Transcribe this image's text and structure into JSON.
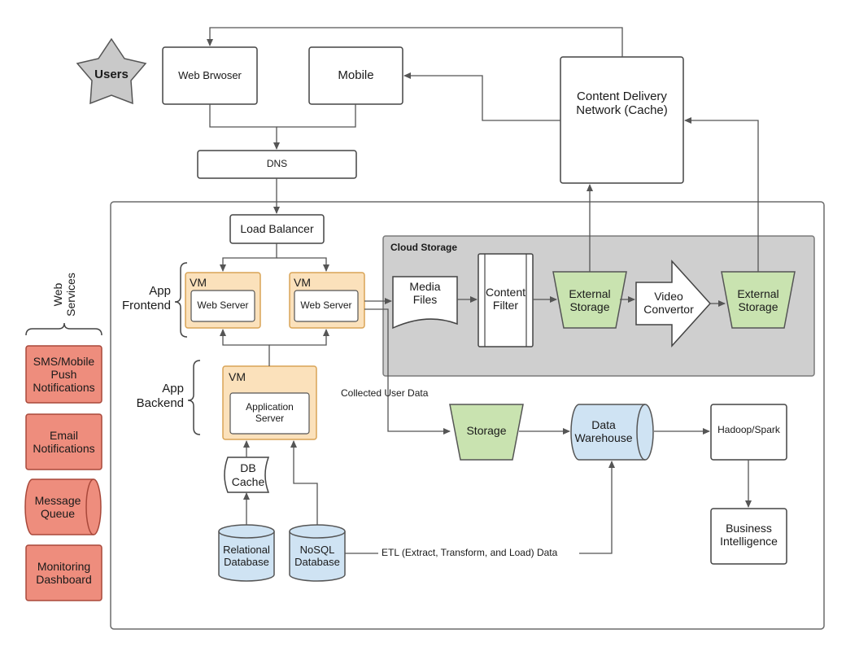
{
  "users": "Users",
  "web_browser": "Web Brwoser",
  "mobile": "Mobile",
  "cdn": "Content Delivery\nNetwork (Cache)",
  "dns": "DNS",
  "load_balancer": "Load Balancer",
  "app_frontend": "App\nFrontend",
  "app_backend": "App\nBackend",
  "vm_label": "VM",
  "web_server": "Web Server",
  "application_server": "Application\nServer",
  "db_cache": "DB\nCache",
  "relational_db": "Relational\nDatabase",
  "nosql_db": "NoSQL\nDatabase",
  "etl_label": "ETL (Extract, Transform, and Load) Data",
  "collected_user_data": "Collected User Data",
  "cloud_storage": {
    "title": "Cloud Storage",
    "media_files": "Media\nFiles",
    "content_filter": "Content\nFilter",
    "external_storage": "External\nStorage",
    "video_convertor": "Video\nConvertor"
  },
  "storage": "Storage",
  "data_warehouse": "Data\nWarehouse",
  "hadoop_spark": "Hadoop/Spark",
  "business_intelligence": "Business\nIntelligence",
  "web_services": {
    "title": "Web\nServices",
    "items": [
      "SMS/Mobile\nPush\nNotifications",
      "Email\nNotifications",
      "Message\nQueue",
      "Monitoring\nDashboard"
    ]
  },
  "colors": {
    "orange_fill": "#fbe1bb",
    "orange_stroke": "#d9a456",
    "green_fill": "#c9e3b0",
    "blue_fill": "#cfe3f3",
    "red_fill": "#ee8d7d",
    "red_stroke": "#a8483a",
    "gray_panel": "#cfcfcf",
    "gray_star": "#c9c9c9"
  }
}
